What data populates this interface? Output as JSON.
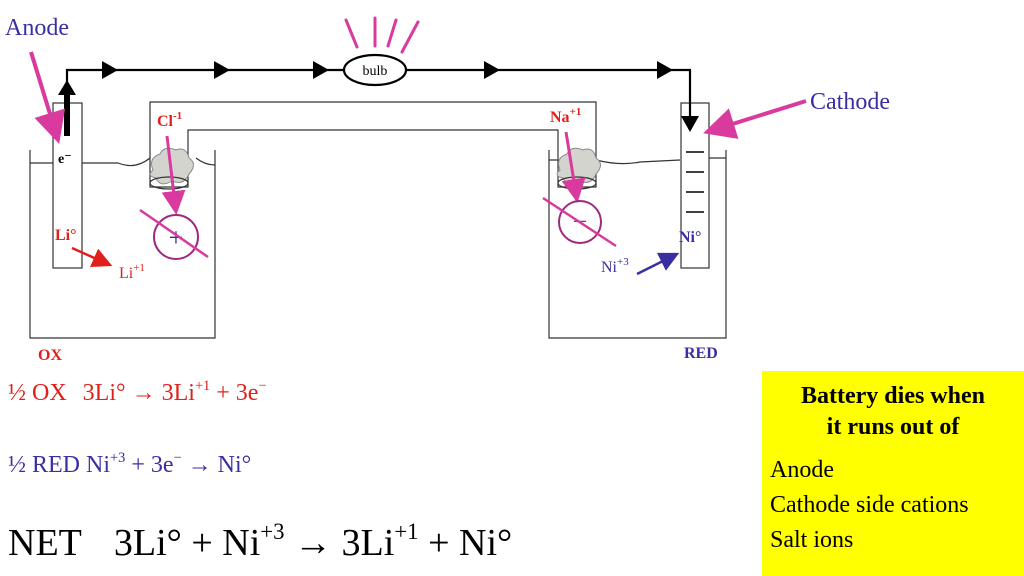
{
  "labels": {
    "anode": "Anode",
    "cathode": "Cathode",
    "bulb": "bulb",
    "electron": "e⁻",
    "li_metal": "Li°",
    "li_ion": "Li",
    "li_ion_charge": "+1",
    "cl": "Cl",
    "cl_charge": "-1",
    "na": "Na",
    "na_charge": "+1",
    "plus": "+",
    "minus": "−",
    "ni_metal": "Ni°",
    "ni_ion": "Ni",
    "ni_ion_charge": "+3",
    "ox": "OX",
    "red": "RED"
  },
  "equations": {
    "ox": {
      "prefix": "½ OX",
      "reactant": "3Li°",
      "arrow": "→",
      "product": "3Li",
      "product_sup": "+1",
      "tail": "+ 3e",
      "tail_sup": "−"
    },
    "red": {
      "prefix": "½ RED",
      "reactant": "Ni",
      "reactant_sup": "+3",
      "mid": "+ 3e",
      "mid_sup": "−",
      "arrow": "→",
      "product": "Ni°"
    },
    "net": {
      "prefix": "NET",
      "r1": "3Li°",
      "plus": "+",
      "r2": "Ni",
      "r2_sup": "+3",
      "arrow": "→",
      "p1": "3Li",
      "p1_sup": "+1",
      "plus2": "+",
      "p2": "Ni°"
    }
  },
  "note": {
    "title_line1": "Battery dies when",
    "title_line2": "it runs out of",
    "items": [
      "Anode",
      "Cathode side cations",
      "Salt ions"
    ]
  },
  "colors": {
    "magenta": "#d83a9e",
    "red": "#e0201b",
    "blue": "#3a2fa0",
    "circle": "#a0287e",
    "highlight": "#ffff00"
  }
}
